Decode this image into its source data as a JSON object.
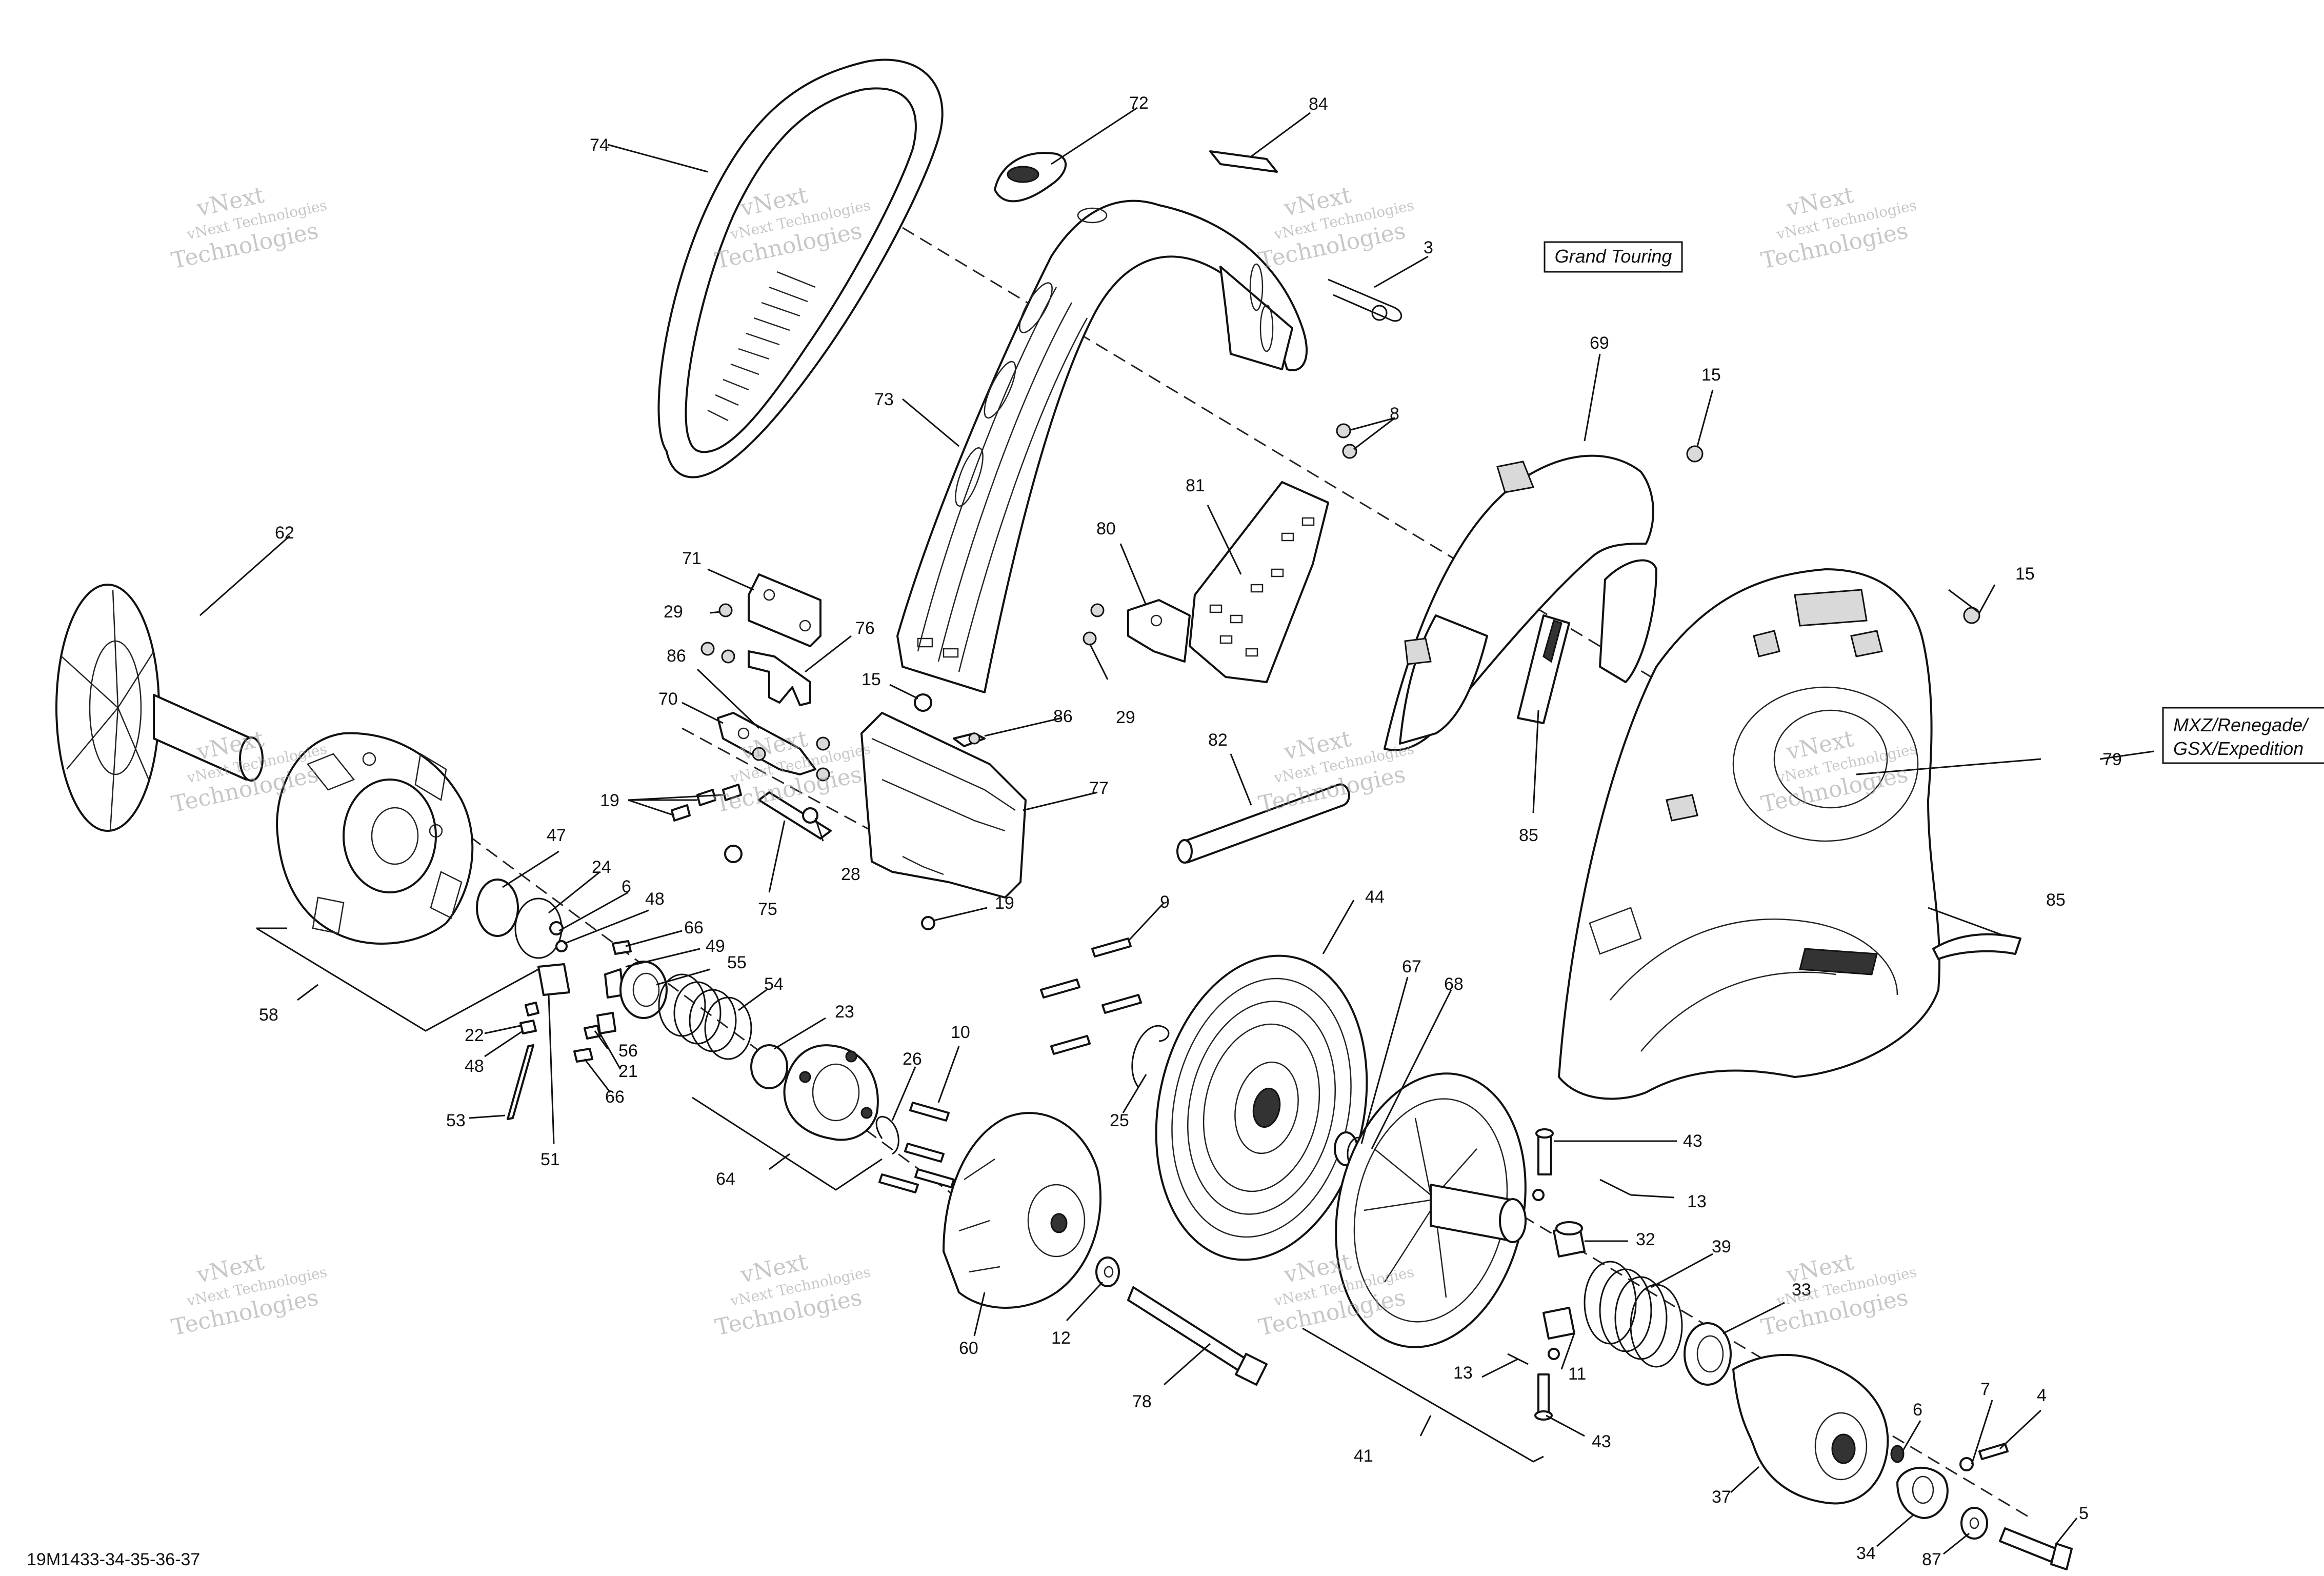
{
  "diagram_code": "19M1433-34-35-36-37",
  "model_labels": {
    "grand_touring": "Grand Touring",
    "mxz_line1": "MXZ/Renegade/",
    "mxz_line2": "GSX/Expedition"
  },
  "watermark": {
    "line1": "vNext",
    "line2": "vNext Technologies",
    "line3": "Technologies"
  },
  "callouts": [
    "74",
    "72",
    "84",
    "3",
    "73",
    "69",
    "15",
    "8",
    "81",
    "80",
    "62",
    "71",
    "29",
    "76",
    "86",
    "15",
    "70",
    "86",
    "29",
    "15",
    "79",
    "19",
    "77",
    "82",
    "85",
    "47",
    "24",
    "6",
    "48",
    "66",
    "49",
    "55",
    "54",
    "23",
    "58",
    "22",
    "48",
    "56",
    "21",
    "66",
    "53",
    "51",
    "28",
    "75",
    "19",
    "9",
    "44",
    "67",
    "68",
    "85",
    "10",
    "26",
    "25",
    "43",
    "13",
    "64",
    "32",
    "39",
    "33",
    "60",
    "12",
    "78",
    "11",
    "13",
    "43",
    "41",
    "6",
    "7",
    "4",
    "37",
    "34",
    "87",
    "5"
  ]
}
